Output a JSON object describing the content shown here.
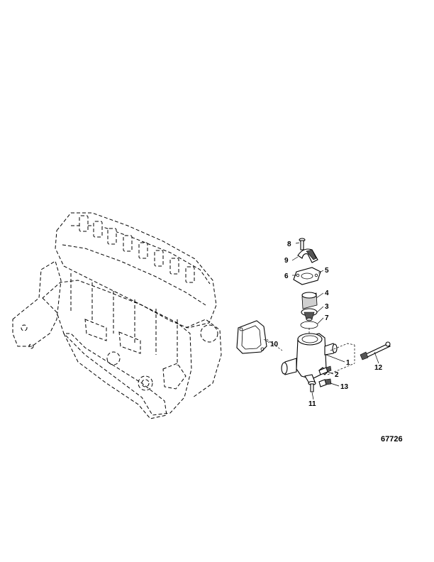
{
  "figure_number": "67726",
  "callouts": [
    {
      "id": "callout-1",
      "text": "1"
    },
    {
      "id": "callout-2",
      "text": "2"
    },
    {
      "id": "callout-3",
      "text": "3"
    },
    {
      "id": "callout-4",
      "text": "4"
    },
    {
      "id": "callout-5",
      "text": "5"
    },
    {
      "id": "callout-6",
      "text": "6"
    },
    {
      "id": "callout-7",
      "text": "7"
    },
    {
      "id": "callout-8",
      "text": "8"
    },
    {
      "id": "callout-9",
      "text": "9"
    },
    {
      "id": "callout-10",
      "text": "10"
    },
    {
      "id": "callout-11",
      "text": "11"
    },
    {
      "id": "callout-12",
      "text": "12"
    },
    {
      "id": "callout-13",
      "text": "13"
    }
  ]
}
